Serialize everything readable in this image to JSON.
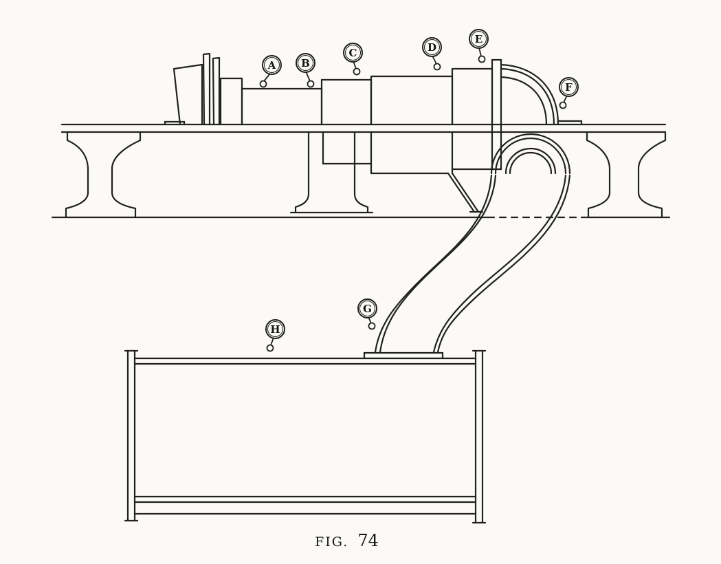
{
  "figure": {
    "caption_label": "FIG.",
    "caption_number": "74"
  },
  "callouts": [
    {
      "letter": "A"
    },
    {
      "letter": "B"
    },
    {
      "letter": "C"
    },
    {
      "letter": "D"
    },
    {
      "letter": "E"
    },
    {
      "letter": "F"
    },
    {
      "letter": "G"
    },
    {
      "letter": "H"
    }
  ],
  "colors": {
    "ink": "#1e1e1e",
    "paper": "#fbfaf6"
  }
}
